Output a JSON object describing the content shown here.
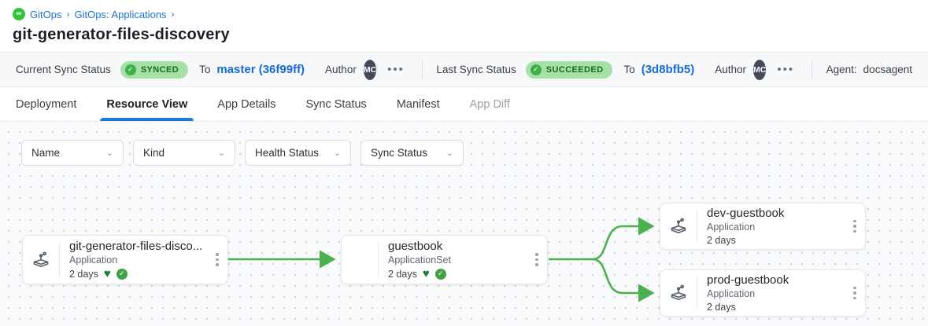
{
  "breadcrumb": {
    "logo_icon": "gitops-infinity-logo",
    "logo_glyph": "∞",
    "items": [
      {
        "label": "GitOps"
      },
      {
        "label": "GitOps: Applications"
      }
    ],
    "separator": "›"
  },
  "page_title": "git-generator-files-discovery",
  "sync_bar": {
    "current": {
      "label": "Current Sync Status",
      "status": "SYNCED",
      "status_color": "#a7e0a4",
      "to_label": "To",
      "revision": "master (36f99ff)",
      "author_label": "Author",
      "author_initials": "MC",
      "more_icon": "•••"
    },
    "last": {
      "label": "Last Sync Status",
      "status": "SUCCEEDED",
      "status_color": "#a7e0a4",
      "to_label": "To",
      "revision": "(3d8bfb5)",
      "author_label": "Author",
      "author_initials": "MC",
      "more_icon": "•••"
    },
    "agent": {
      "label": "Agent:",
      "value": "docsagent"
    }
  },
  "tabs": [
    {
      "label": "Deployment",
      "state": "default"
    },
    {
      "label": "Resource View",
      "state": "active"
    },
    {
      "label": "App Details",
      "state": "default"
    },
    {
      "label": "Sync Status",
      "state": "default"
    },
    {
      "label": "Manifest",
      "state": "default"
    },
    {
      "label": "App Diff",
      "state": "disabled"
    }
  ],
  "filters": [
    {
      "label": "Name"
    },
    {
      "label": "Kind"
    },
    {
      "label": "Health Status"
    },
    {
      "label": "Sync Status"
    }
  ],
  "graph": {
    "edge_color": "#4caf50",
    "nodes": [
      {
        "title": "git-generator-files-disco...",
        "kind": "Application",
        "age": "2 days",
        "healthy": true,
        "synced": true,
        "icon": "argo-application-icon"
      },
      {
        "title": "guestbook",
        "kind": "ApplicationSet",
        "age": "2 days",
        "healthy": true,
        "synced": true,
        "icon": "none"
      },
      {
        "title": "dev-guestbook",
        "kind": "Application",
        "age": "2 days",
        "healthy": false,
        "synced": false,
        "icon": "argo-application-icon"
      },
      {
        "title": "prod-guestbook",
        "kind": "Application",
        "age": "2 days",
        "healthy": false,
        "synced": false,
        "icon": "argo-application-icon"
      }
    ],
    "edges": [
      {
        "from": "git-generator-files-discovery",
        "to": "guestbook"
      },
      {
        "from": "guestbook",
        "to": "dev-guestbook"
      },
      {
        "from": "guestbook",
        "to": "prod-guestbook"
      }
    ]
  },
  "glyphs": {
    "check": "✓",
    "heart": "♥",
    "chevron_down": "⌄"
  }
}
